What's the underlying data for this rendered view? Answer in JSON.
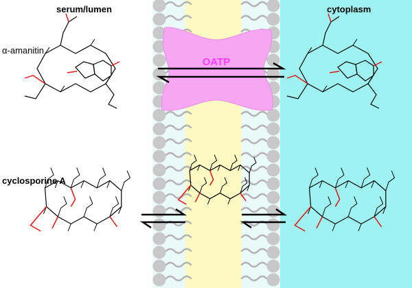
{
  "regions": {
    "left_title": "serum/lumen",
    "right_title": "cytoplasm"
  },
  "compounds": {
    "first": "α-amanitin",
    "second": "cyclosporine A"
  },
  "transporter": "OATP",
  "colors": {
    "cytoplasm_bg": "#9ef2f2",
    "membrane_core": "#fcf9c2",
    "lipid_head": "#c8c8c8",
    "oatp_fill": "#f6a6f2",
    "oatp_text": "#ff3dff",
    "highlight": "#e0140f"
  }
}
